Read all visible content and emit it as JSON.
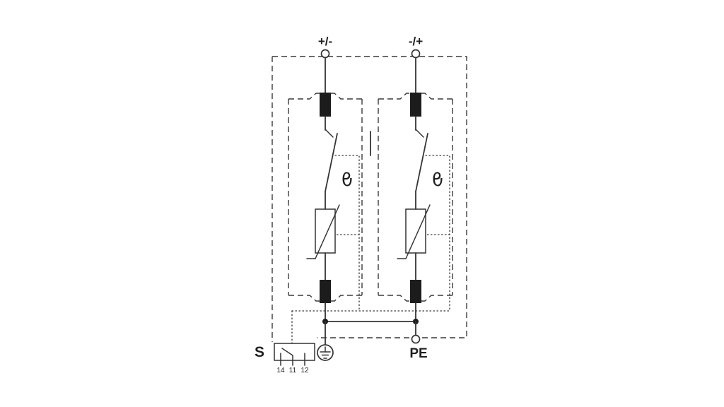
{
  "diagram": {
    "type": "circuit-schematic",
    "description": "Two-pole surge protective device with varistors, thermal disconnectors and remote signalling contact",
    "labels": {
      "terminal_left": "+/-",
      "terminal_right": "-/+",
      "earth": "PE",
      "remote_contact": "S",
      "theta": "ϑ",
      "contact_terminals": [
        "14",
        "11",
        "12"
      ]
    },
    "colors": {
      "stroke": "#343434",
      "solid_element_fill": "#1c1c1c",
      "background": "#ffffff"
    }
  }
}
